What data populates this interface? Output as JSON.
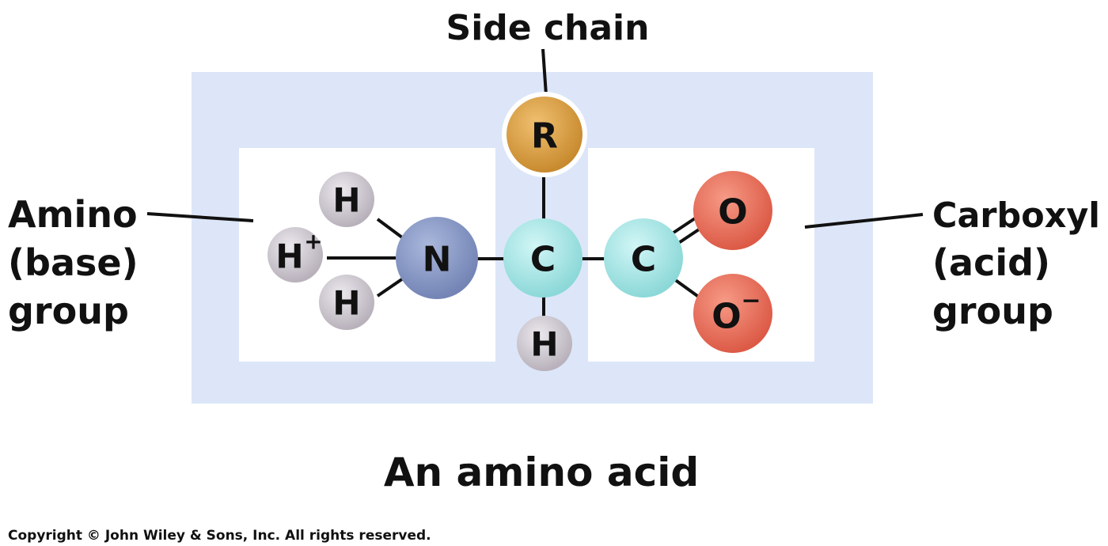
{
  "labels": {
    "side_chain": "Side chain",
    "amino": [
      "Amino",
      "(base)",
      "group"
    ],
    "carboxyl": [
      "Carboxyl",
      "(acid)",
      "group"
    ],
    "title": "An amino acid",
    "copyright": "Copyright © John Wiley & Sons, Inc. All rights reserved."
  },
  "atoms": {
    "r": {
      "symbol": "R",
      "color": "#d9a043"
    },
    "h_top": {
      "symbol": "H",
      "color": "#c9c3cb"
    },
    "h_plus": {
      "symbol": "H",
      "charge": "+",
      "color": "#c9c3cb"
    },
    "h_bottom": {
      "symbol": "H",
      "color": "#c9c3cb"
    },
    "n": {
      "symbol": "N",
      "color": "#8fa0c9"
    },
    "c_alpha": {
      "symbol": "C",
      "color": "#a6e6e6"
    },
    "h_alpha": {
      "symbol": "H",
      "color": "#c9c3cb"
    },
    "c_carboxyl": {
      "symbol": "C",
      "color": "#a6e6e6"
    },
    "o_double": {
      "symbol": "O",
      "color": "#ec6e5a"
    },
    "o_minus": {
      "symbol": "O",
      "charge": "−",
      "color": "#ec6e5a"
    }
  },
  "colors": {
    "outer_box": "#dce6f8",
    "inner_box": "#ffffff",
    "ink": "#111111"
  }
}
